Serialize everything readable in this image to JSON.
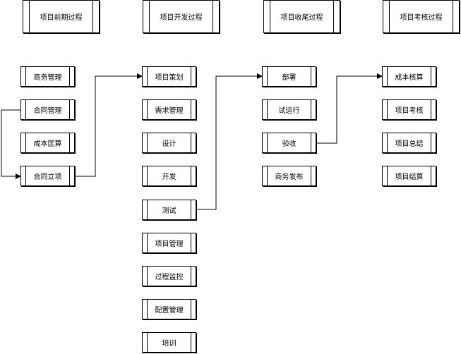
{
  "phases": [
    {
      "label": "项目前期过程"
    },
    {
      "label": "项目开发过程"
    },
    {
      "label": "项目收尾过程"
    },
    {
      "label": "项目考核过程"
    }
  ],
  "col1": [
    {
      "label": "商务管理"
    },
    {
      "label": "合同管理"
    },
    {
      "label": "成本匡算"
    },
    {
      "label": "合同立项"
    }
  ],
  "col2": [
    {
      "label": "项目策划"
    },
    {
      "label": "需求管理"
    },
    {
      "label": "设计"
    },
    {
      "label": "开发"
    },
    {
      "label": "测试"
    },
    {
      "label": "项目管理"
    },
    {
      "label": "过程监控"
    },
    {
      "label": "配置管理"
    },
    {
      "label": "培训"
    }
  ],
  "col3": [
    {
      "label": "部署"
    },
    {
      "label": "试运行"
    },
    {
      "label": "验收"
    },
    {
      "label": "商务发布"
    }
  ],
  "col4": [
    {
      "label": "成本核算"
    },
    {
      "label": "项目考核"
    },
    {
      "label": "项目总结"
    },
    {
      "label": "项目结算"
    }
  ]
}
